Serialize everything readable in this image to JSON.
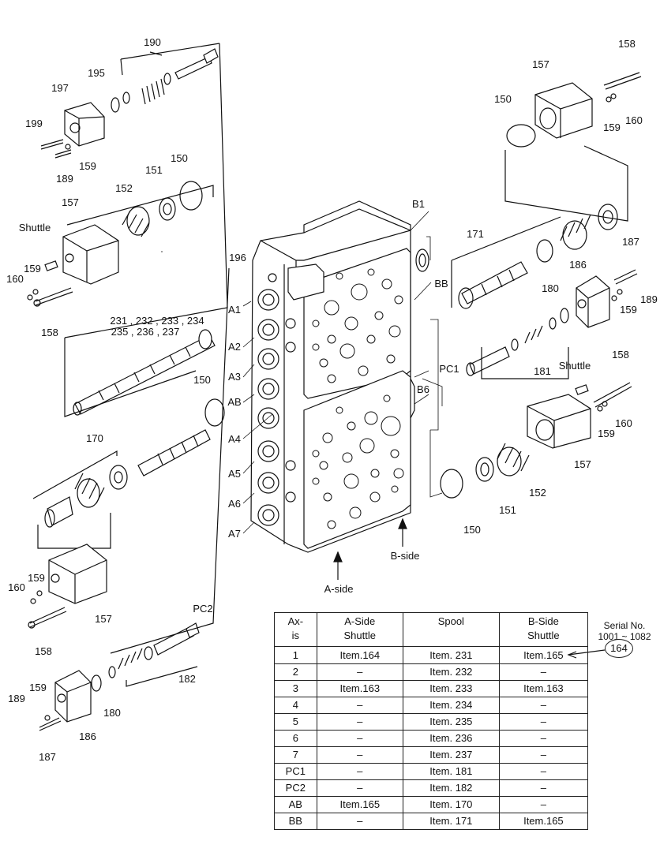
{
  "labels": {
    "n190": "190",
    "n195": "195",
    "n197": "197",
    "n199": "199",
    "n159a": "159",
    "n189a": "189",
    "n150a": "150",
    "n151a": "151",
    "n152a": "152",
    "n157a": "157",
    "shuttle_a": "Shuttle",
    "n159b": "159",
    "n160a": "160",
    "n158a": "158",
    "n196": "196",
    "spool_items_1": "231 , 232 , 233 , 234",
    "spool_items_2": "235 , 236 , 237",
    "A1": "A1",
    "A2": "A2",
    "A3": "A3",
    "AB": "AB",
    "A4": "A4",
    "A5": "A5",
    "A6": "A6",
    "A7": "A7",
    "n150b": "150",
    "n170": "170",
    "n159c": "159",
    "n160b": "160",
    "n157b": "157",
    "n158b": "158",
    "PC2": "PC2",
    "n182": "182",
    "n189b": "189",
    "n159d": "159",
    "n180a": "180",
    "n186a": "186",
    "n187a": "187",
    "n158c": "158",
    "n157c": "157",
    "n150c": "150",
    "n159e": "159",
    "n160c": "160",
    "B1": "B1",
    "n171": "171",
    "n187b": "187",
    "n186b": "186",
    "BB": "BB",
    "n180b": "180",
    "n189c": "189",
    "n159f": "159",
    "PC1": "PC1",
    "n181": "181",
    "shuttle_b": "Shuttle",
    "n158d": "158",
    "B6": "B6",
    "n159g": "159",
    "n160d": "160",
    "n157d": "157",
    "n150d": "150",
    "n151b": "151",
    "n152b": "152",
    "a_side": "A-side",
    "b_side": "B-side"
  },
  "table": {
    "headers": [
      "Ax-\nis",
      "A-Side\nShuttle",
      "Spool",
      "B-Side\nShuttle"
    ],
    "rows": [
      [
        "1",
        "Item.164",
        "Item. 231",
        "Item.165"
      ],
      [
        "2",
        "–",
        "Item. 232",
        "–"
      ],
      [
        "3",
        "Item.163",
        "Item. 233",
        "Item.163"
      ],
      [
        "4",
        "–",
        "Item. 234",
        "–"
      ],
      [
        "5",
        "–",
        "Item. 235",
        "–"
      ],
      [
        "6",
        "–",
        "Item. 236",
        "–"
      ],
      [
        "7",
        "–",
        "Item. 237",
        "–"
      ],
      [
        "PC1",
        "–",
        "Item. 181",
        "–"
      ],
      [
        "PC2",
        "–",
        "Item. 182",
        "–"
      ],
      [
        "AB",
        "Item.165",
        "Item. 170",
        "–"
      ],
      [
        "BB",
        "–",
        "Item. 171",
        "Item.165"
      ]
    ]
  },
  "serial": {
    "line1": "Serial No.",
    "line2": "1001 ~ 1082",
    "badge": "164"
  }
}
